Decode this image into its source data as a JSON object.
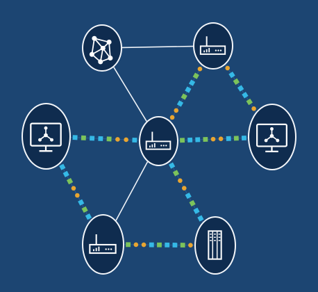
{
  "diagram": {
    "title": "",
    "colors": {
      "background": "#1c4572",
      "node_fill": "#0f2c4f",
      "node_ring": "#f3f6fa",
      "icon": "#ffffff",
      "plain_link": "#eef2f7",
      "packet_cyan": "#35b9e6",
      "packet_green": "#7cc35b",
      "packet_orange": "#e8a531"
    },
    "nodes": [
      {
        "id": "mesh-top-left",
        "kind": "network-mesh",
        "icon": "mesh-network-icon"
      },
      {
        "id": "router-top-right",
        "kind": "router",
        "icon": "router-icon"
      },
      {
        "id": "monitor-left",
        "kind": "monitor",
        "icon": "monitor-network-icon"
      },
      {
        "id": "router-center",
        "kind": "router",
        "icon": "router-icon"
      },
      {
        "id": "monitor-right",
        "kind": "monitor",
        "icon": "monitor-network-icon"
      },
      {
        "id": "router-bottom-left",
        "kind": "router",
        "icon": "router-icon"
      },
      {
        "id": "server-bottom-right",
        "kind": "server",
        "icon": "server-rack-icon"
      }
    ],
    "links": [
      {
        "from": "mesh-top-left",
        "to": "router-top-right",
        "style": "plain"
      },
      {
        "from": "mesh-top-left",
        "to": "router-center",
        "style": "plain"
      },
      {
        "from": "router-center",
        "to": "router-bottom-left",
        "style": "plain"
      },
      {
        "from": "router-center",
        "to": "router-top-right",
        "style": "packets"
      },
      {
        "from": "router-top-right",
        "to": "monitor-right",
        "style": "packets"
      },
      {
        "from": "monitor-left",
        "to": "router-center",
        "style": "packets"
      },
      {
        "from": "router-center",
        "to": "monitor-right",
        "style": "packets"
      },
      {
        "from": "monitor-left",
        "to": "router-bottom-left",
        "style": "packets"
      },
      {
        "from": "router-center",
        "to": "server-bottom-right",
        "style": "packets"
      },
      {
        "from": "router-bottom-left",
        "to": "server-bottom-right",
        "style": "packets"
      }
    ]
  }
}
